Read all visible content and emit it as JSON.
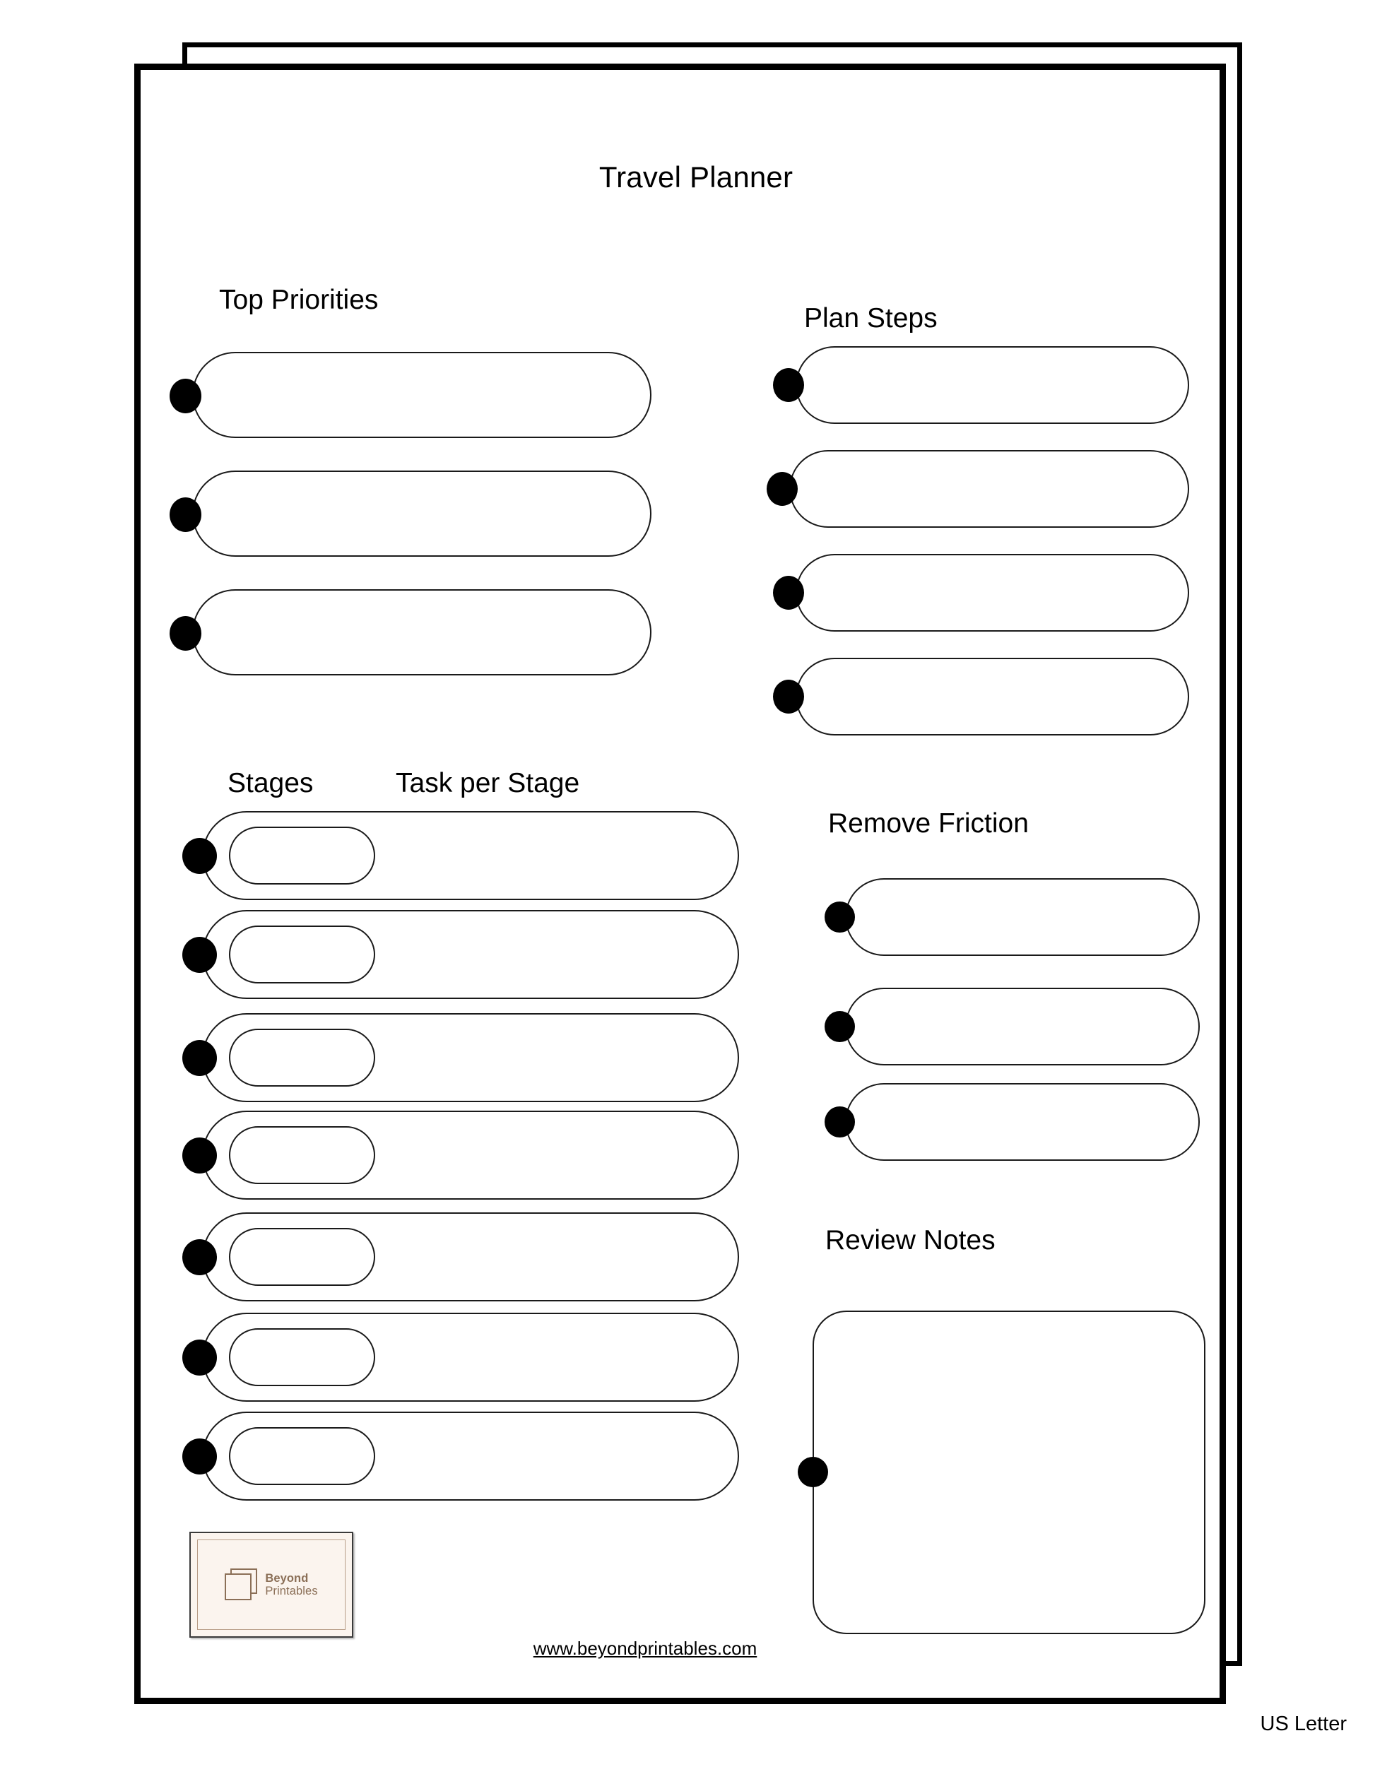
{
  "document": {
    "title": "Travel Planner",
    "paper_size_label": "US Letter",
    "website_url": "www.beyondprintables.com"
  },
  "branding": {
    "logo_line1": "Beyond",
    "logo_line2": "Printables",
    "logo_background": "#fbf4ee",
    "logo_ink": "#8b6f57"
  },
  "sections": {
    "top_priorities": {
      "heading": "Top Priorities",
      "field_count": 3
    },
    "plan_steps": {
      "heading": "Plan Steps",
      "field_count": 4
    },
    "stages": {
      "heading": "Stages",
      "task_heading": "Task per Stage",
      "row_count": 7
    },
    "remove_friction": {
      "heading": "Remove Friction",
      "field_count": 3
    },
    "review_notes": {
      "heading": "Review Notes",
      "field_count": 1
    }
  },
  "theme": {
    "ink": "#1a1a1a",
    "page_border": "#000000",
    "paper": "#ffffff"
  }
}
